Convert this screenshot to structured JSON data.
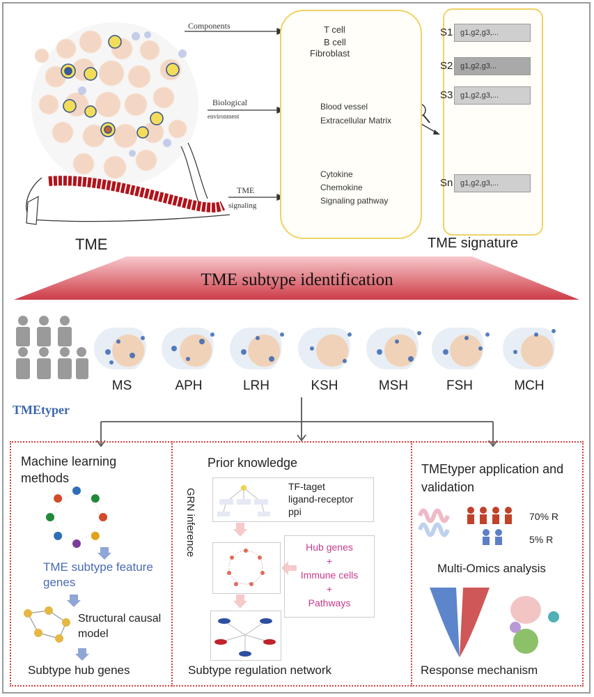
{
  "top": {
    "arrow_labels": [
      "Components",
      "Biological",
      "environment",
      "TME",
      "signaling"
    ],
    "cylinder_items": [
      "T cell",
      "B cell",
      "Fibroblast",
      "Blood vessel",
      "Extracellular Matrix",
      "Cytokine",
      "Chemokine",
      "Signaling pathway"
    ],
    "tme_label": "TME",
    "signature_label": "TME signature",
    "signatures": [
      {
        "id": "S1",
        "genes": "g1,g2,g3,..."
      },
      {
        "id": "S2",
        "genes": "g1,g2,g3..."
      },
      {
        "id": "S3",
        "genes": "g1,g2,g3,..."
      },
      {
        "id": "Sn",
        "genes": "g1,g2,g3,..."
      }
    ]
  },
  "banner": {
    "title": "TME subtype identification"
  },
  "subtypes": {
    "tool": "TMEtyper",
    "labels": [
      "MS",
      "APH",
      "LRH",
      "KSH",
      "MSH",
      "FSH",
      "MCH"
    ]
  },
  "panels": {
    "left": {
      "title": "Machine learning methods",
      "feature": "TME subtype feature genes",
      "model": "Structural causal model",
      "hub": "Subtype hub genes",
      "colors": [
        "#2d6fb8",
        "#1e8a3a",
        "#d24a2a",
        "#e0a21a",
        "#7a3d9b",
        "#2d6fb8",
        "#1e8a3a",
        "#d24a2a"
      ]
    },
    "middle": {
      "title": "Prior knowledge",
      "knowledge": [
        "TF-taget",
        "ligand-receptor",
        "ppi"
      ],
      "vertical_label": "GRN inference",
      "combo": [
        "Hub genes",
        "+",
        "Immune cells",
        "+",
        "Pathways"
      ],
      "network": "Subtype regulation network"
    },
    "right": {
      "title": "TMEtyper application and validation",
      "r70": "70% R",
      "r5": "5% R",
      "omics": "Multi-Omics analysis",
      "mechanism": "Response mechanism"
    }
  }
}
